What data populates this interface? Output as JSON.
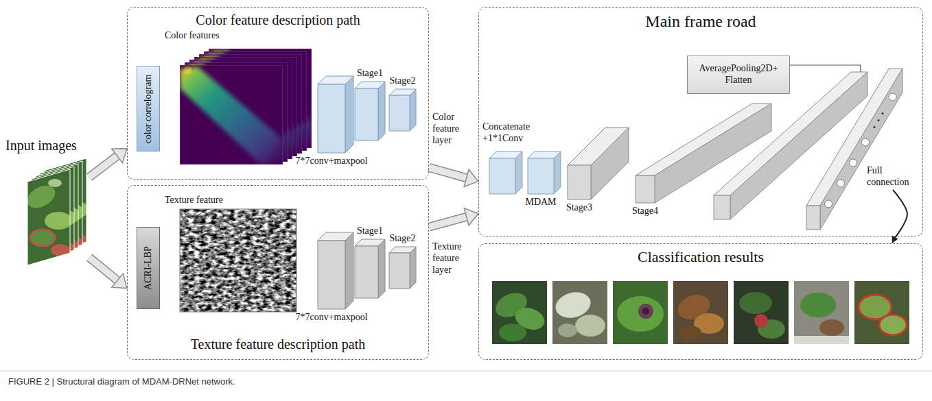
{
  "diagram": {
    "caption": "FIGURE 2 | Structural diagram of MDAM-DRNet network.",
    "nodes": [
      {
        "text": [
          "Input images"
        ]
      },
      {
        "text": [
          "Color feature description path"
        ]
      },
      {
        "text": [
          "color correlogram"
        ],
        "in": 1
      },
      {
        "text": [
          "7*7conv+maxpool"
        ],
        "in": 1
      },
      {
        "text": [
          "Stage1"
        ],
        "in": 1
      },
      {
        "text": [
          "Stage2"
        ],
        "in": 1
      },
      {
        "text": [
          "Texture feature description path"
        ]
      },
      {
        "text": [
          "ACRI-LBP"
        ],
        "in": 6
      },
      {
        "text": [
          "7*7conv+maxpool"
        ],
        "in": 6
      },
      {
        "text": [
          "Stage1"
        ],
        "in": 6
      },
      {
        "text": [
          "Stage2"
        ],
        "in": 6
      },
      {
        "text": [
          "Main frame road"
        ]
      },
      {
        "text": [
          "AveragePooling2D+ Flatten"
        ],
        "in": 11
      },
      {
        "text": [
          "Concatenate +1*1Conv"
        ],
        "in": 11
      },
      {
        "text": [
          "MDAM"
        ],
        "in": 11
      },
      {
        "text": [
          "Stage3"
        ],
        "in": 11
      },
      {
        "text": [
          "Stage4"
        ],
        "in": 11
      },
      {
        "text": [
          "Full connection"
        ],
        "in": 11
      },
      {
        "text": [
          "Classification results"
        ]
      }
    ],
    "edges": [
      {
        "from": 0,
        "to": 1,
        "arrow": "to"
      },
      {
        "from": 0,
        "to": 6,
        "arrow": "to"
      },
      {
        "from": 1,
        "to": 11,
        "arrow": "to",
        "label": "Color feature layer"
      },
      {
        "from": 6,
        "to": 11,
        "arrow": "to",
        "label": "Texture feature layer"
      },
      {
        "from": 17,
        "to": 18,
        "arrow": "to"
      }
    ],
    "labels": [
      "Color features",
      "Texture feature"
    ]
  }
}
